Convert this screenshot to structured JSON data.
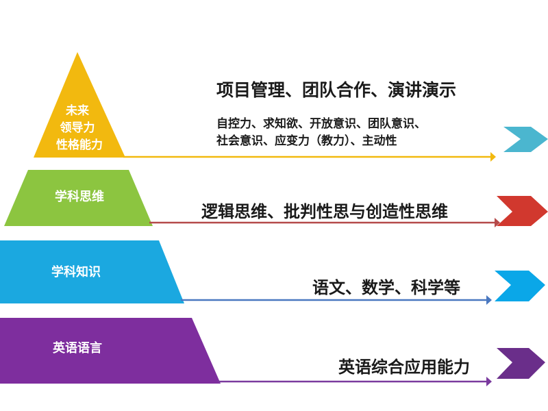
{
  "levels": [
    {
      "label_lines": [
        "未来",
        "领导力",
        "性格能力"
      ],
      "color": "#F2B90F",
      "arrow_color": "#4BB6CF",
      "line_color": "#F2B90F",
      "desc_lines": [
        "项目管理、团队合作、演讲演示",
        "自控力、求知欲、开放意识、团队意识、",
        "社会意识、应变力（教力）、主动性"
      ]
    },
    {
      "label_lines": [
        "学科思维"
      ],
      "color": "#8CC540",
      "arrow_color": "#D1382E",
      "line_color": "#B54A4A",
      "desc_lines": [
        "逻辑思维、批判性思与创造性思维"
      ]
    },
    {
      "label_lines": [
        "学科知识"
      ],
      "color": "#1BA8E0",
      "arrow_color": "#0AA7E8",
      "line_color": "#4A78C0",
      "desc_lines": [
        "语文、数学、科学等"
      ]
    },
    {
      "label_lines": [
        "英语语言"
      ],
      "color": "#7E2E9E",
      "arrow_color": "#6A2E8A",
      "line_color": "#7A3A9E",
      "desc_lines": [
        "英语综合应用能力"
      ]
    }
  ]
}
